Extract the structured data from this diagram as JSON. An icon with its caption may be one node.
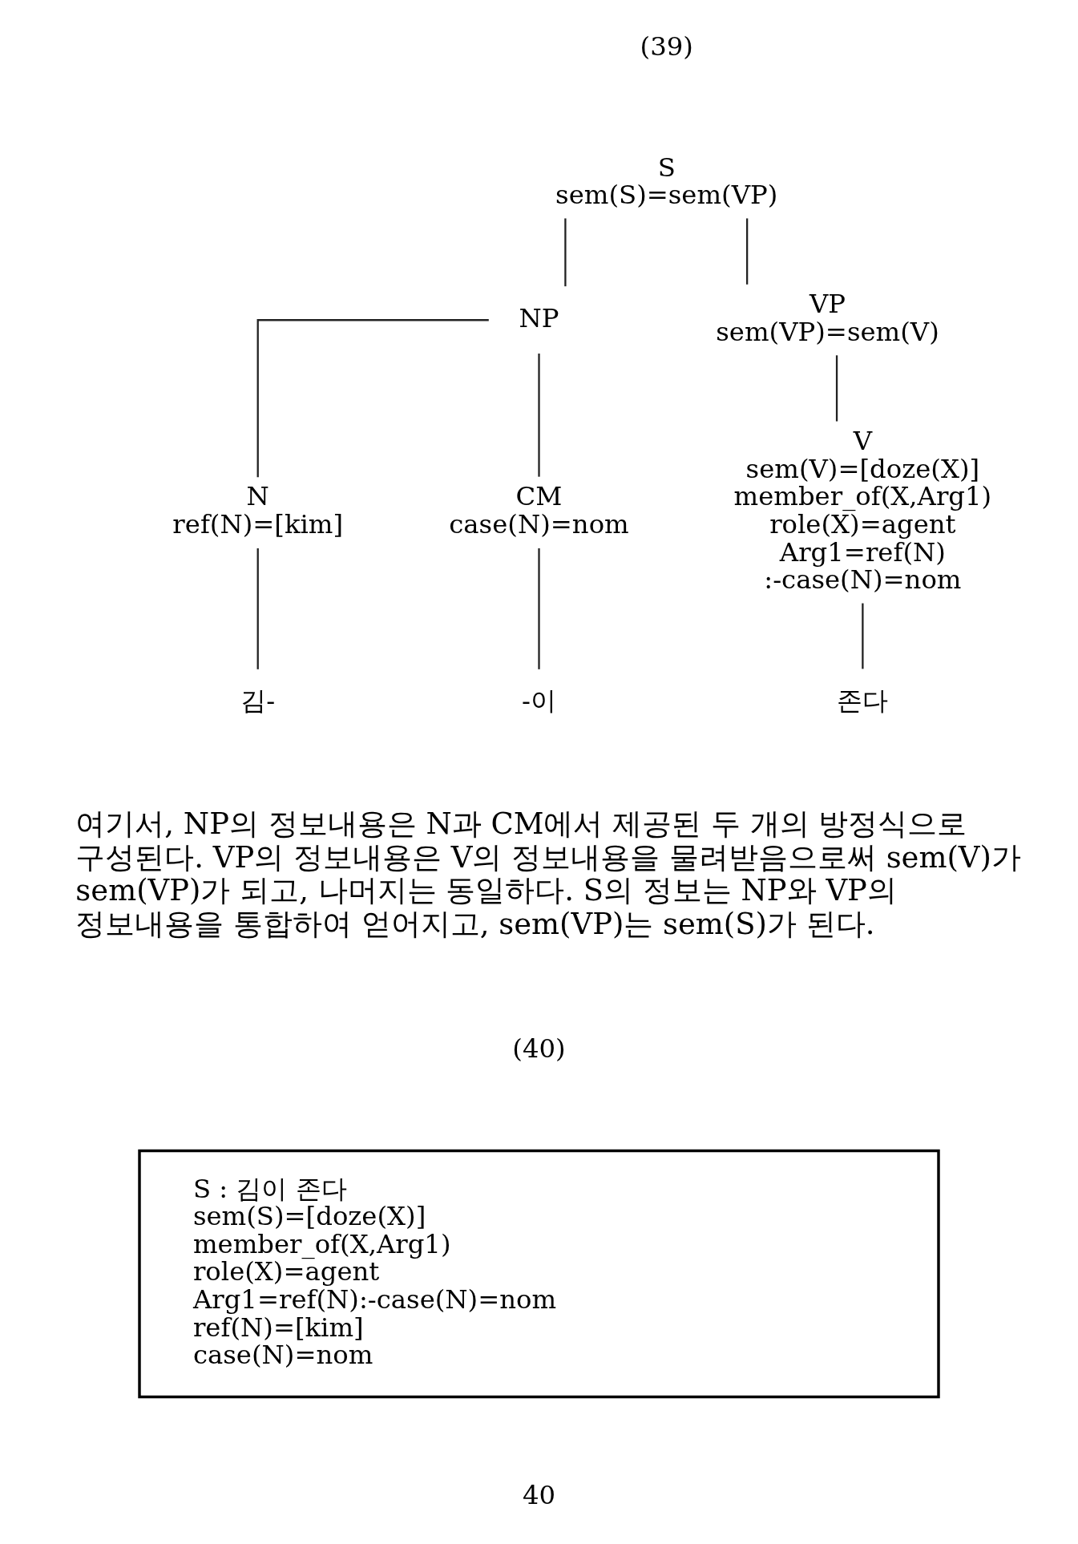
{
  "diagram": {
    "nodes": [
      {
        "text": [
          "S",
          "sem(S)=sem(VP)"
        ]
      },
      {
        "text": [
          "NP"
        ]
      },
      {
        "text": [
          "VP",
          "sem(VP)=sem(V)"
        ]
      },
      {
        "text": [
          "N",
          "ref(N)=[kim]"
        ]
      },
      {
        "text": [
          "CM",
          "case(N)=nom"
        ]
      },
      {
        "text": [
          "V",
          "sem(V)=[doze(X)]",
          "member_of(X,Arg1)",
          "role(X)=agent",
          "Arg1=ref(N)",
          ":-case(N)=nom"
        ]
      },
      {
        "text": [
          "김-"
        ]
      },
      {
        "text": [
          "-이"
        ]
      },
      {
        "text": [
          "존다"
        ]
      },
      {
        "text": [
          "S : 김이 존다",
          "sem(S)=[doze(X)]",
          "member_of(X,Arg1)",
          "role(X)=agent",
          "Arg1=ref(N):-case(N)=nom",
          "ref(N)=[kim]",
          "case(N)=nom"
        ]
      }
    ],
    "edges": [
      {
        "from": 0,
        "to": 1,
        "arrow": "none"
      },
      {
        "from": 0,
        "to": 2,
        "arrow": "none"
      },
      {
        "from": 1,
        "to": 3,
        "arrow": "none"
      },
      {
        "from": 1,
        "to": 4,
        "arrow": "none"
      },
      {
        "from": 2,
        "to": 5,
        "arrow": "none"
      },
      {
        "from": 3,
        "to": 6,
        "arrow": "none"
      },
      {
        "from": 4,
        "to": 7,
        "arrow": "none"
      },
      {
        "from": 5,
        "to": 8,
        "arrow": "none"
      }
    ],
    "labels": [
      "(39)",
      "여기서, NP의 정보내용은 N과 CM에서 제공된 두 개의 방정식으로 구성된다. VP의 정보내용은 V의 정보내용을 물려받음으로써 sem(V)가 sem(VP)가 되고, 나머지는 동일하다. S의 정보는 NP와 VP의 정보내용을 통합하여 얻어지고, sem(VP)는 sem(S)가 된다.",
      "(40)",
      "40"
    ]
  }
}
